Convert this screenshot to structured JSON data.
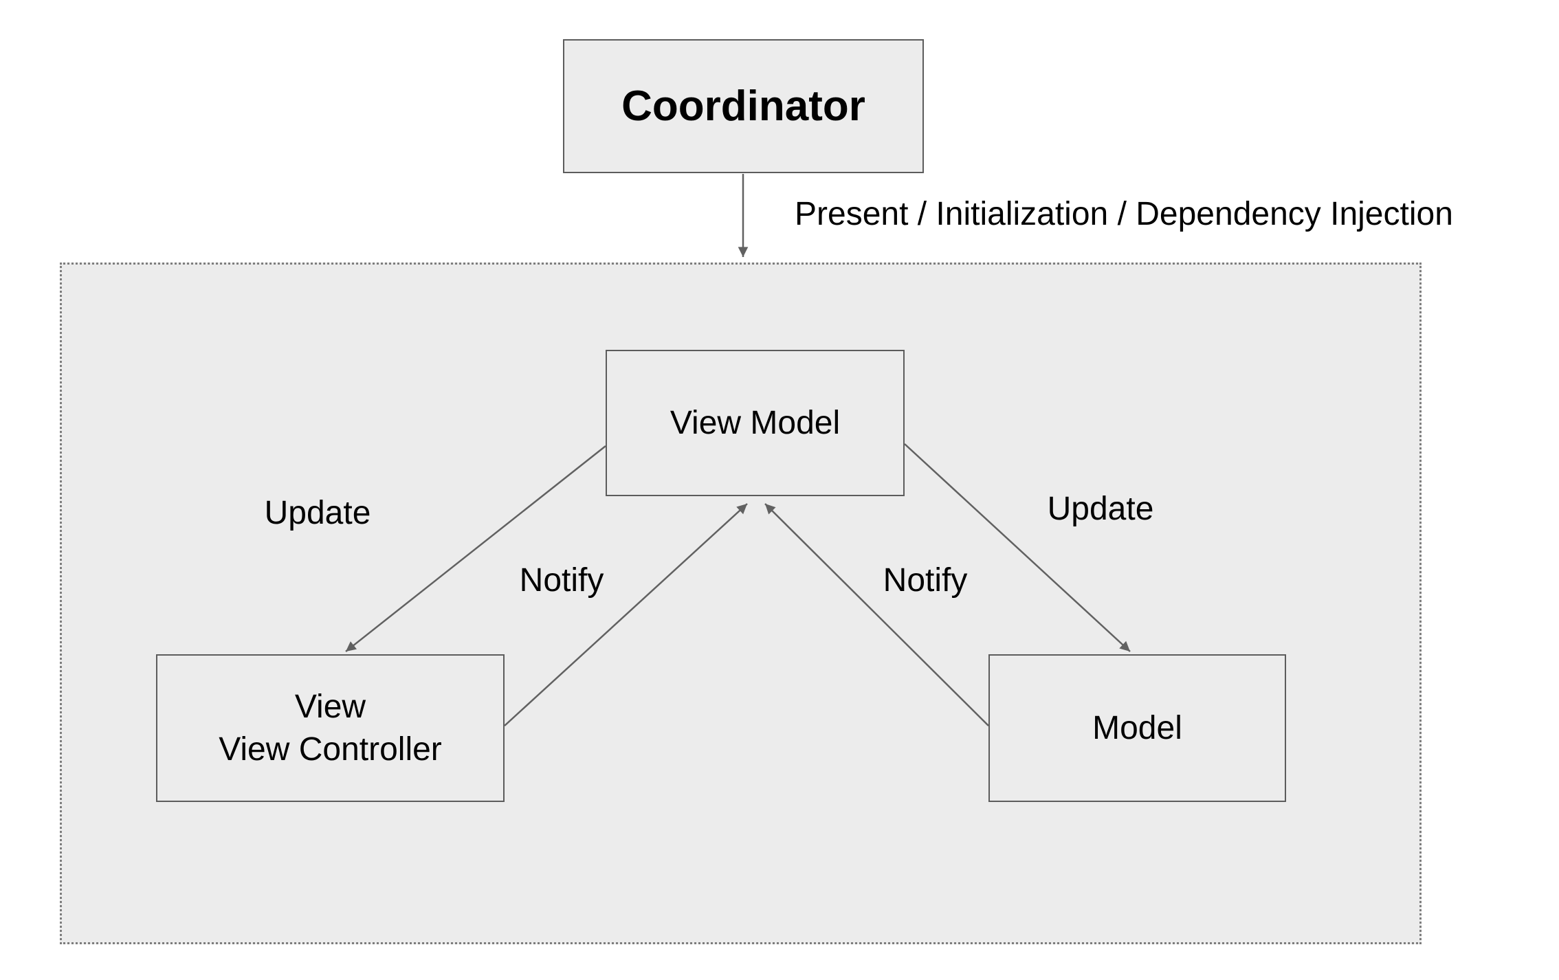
{
  "coordinator": {
    "label": "Coordinator"
  },
  "nodes": {
    "view_model": {
      "label": "View Model"
    },
    "view_view_controller": {
      "line1": "View",
      "line2": "View Controller"
    },
    "model": {
      "label": "Model"
    }
  },
  "edges": {
    "present": {
      "label": "Present / Initialization / Dependency Injection"
    },
    "update_left": {
      "label": "Update"
    },
    "notify_left": {
      "label": "Notify"
    },
    "notify_right": {
      "label": "Notify"
    },
    "update_right": {
      "label": "Update"
    }
  },
  "colors": {
    "box_fill": "#ececec",
    "box_border": "#5c5c5c",
    "container_fill": "#ececec",
    "container_border": "#7d7d7d",
    "line": "#616161",
    "text": "#000000"
  }
}
